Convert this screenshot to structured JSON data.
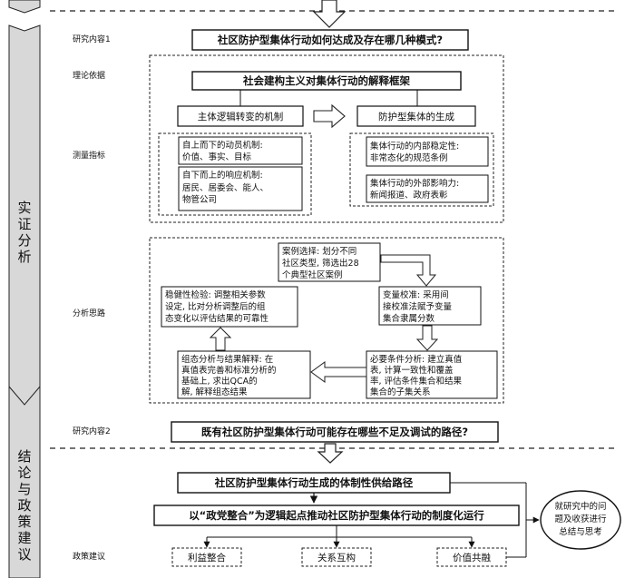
{
  "side_labels": {
    "empirical": [
      "实",
      "证",
      "分",
      "析"
    ],
    "conclusion": [
      "结",
      "论",
      "与",
      "政",
      "策",
      "建",
      "议"
    ]
  },
  "row_labels": {
    "research1": "研究内容1",
    "theory": "理论依据",
    "measure": "测量指标",
    "analysis": "分析思路",
    "research2": "研究内容2",
    "policy": "政策建议"
  },
  "research1": {
    "question": "社区防护型集体行动如何达成及存在哪几种模式?"
  },
  "theory": {
    "framework": "社会建构主义对集体行动的解释框架",
    "left_head": "主体逻辑转变的机制",
    "right_head": "防护型集体的生成"
  },
  "measure": {
    "left": [
      [
        "自上而下的动员机制:",
        "价值、事实、目标"
      ],
      [
        "自下而上的响应机制:",
        "居民、居委会、能人、",
        "物管公司"
      ]
    ],
    "right": [
      [
        "集体行动的内部稳定性:",
        "非常态化的规范条例"
      ],
      [
        "集体行动的外部影响力:",
        "新闻报道、政府表彰"
      ]
    ]
  },
  "analysis": {
    "case": [
      "案例选择: 划分不同",
      "社区类型, 筛选出28",
      "个典型社区案例"
    ],
    "calibrate": [
      "变量校准: 采用间",
      "接校准法赋予变量",
      "集合隶属分数"
    ],
    "necessity": [
      "必要条件分析: 建立真值",
      "表, 计算一致性和覆盖",
      "率, 评估条件集合和结果",
      "集合的子集关系"
    ],
    "config": [
      "组态分析与结果解释: 在",
      "真值表完善和标准分析的",
      "基础上, 求出QCA的",
      "解, 解释组态结果"
    ],
    "robust": [
      "稳健性检验: 调整相关参数",
      "设定, 比对分析调整后的组",
      "态变化以评估结果的可靠性"
    ]
  },
  "research2": {
    "question": "既有社区防护型集体行动可能存在哪些不足及调试的路径?"
  },
  "conclusion": {
    "path": "社区防护型集体行动生成的体制性供给路径",
    "party": "以“政党整合”为逻辑起点推动社区防护型集体行动的制度化运行",
    "summary": [
      "就研究中的问",
      "题及收获进行",
      "总结与思考"
    ],
    "policy_items": [
      "利益整合",
      "关系互构",
      "价值共融"
    ]
  }
}
